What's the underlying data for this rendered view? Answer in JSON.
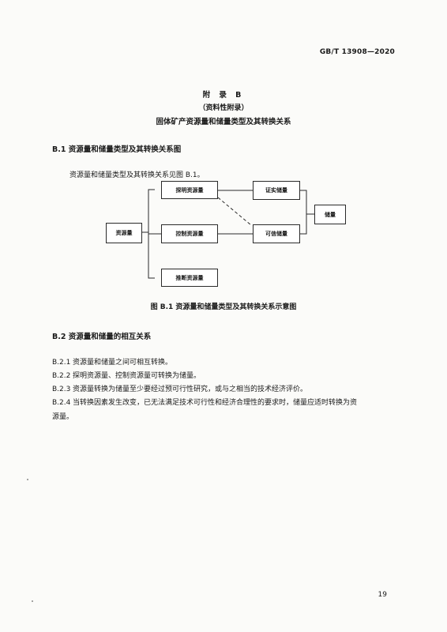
{
  "header": {
    "standard_no": "GB/T 13908—2020"
  },
  "title": {
    "annex": "附 录 B",
    "annex_type": "（资料性附录）",
    "heading": "固体矿产资源量和储量类型及其转换关系"
  },
  "section_b1": {
    "heading": "B.1  资源量和储量类型及其转换关系图",
    "intro": "资源量和储量类型及其转换关系见图 B.1。"
  },
  "diagram": {
    "nodes": {
      "resources": "资源量",
      "inferred": "推断资源量",
      "indicated": "控制资源量",
      "measured": "探明资源量",
      "proved": "证实储量",
      "probable": "可信储量",
      "reserves": "储量"
    },
    "caption": "图 B.1  资源量和储量类型及其转换关系示意图"
  },
  "section_b2": {
    "heading": "B.2  资源量和储量的相互关系",
    "items": [
      {
        "num": "B.2.1",
        "text": "资源量和储量之间可相互转换。"
      },
      {
        "num": "B.2.2",
        "text": "探明资源量、控制资源量可转换为储量。"
      },
      {
        "num": "B.2.3",
        "text": "资源量转换为储量至少要经过预可行性研究，或与之相当的技术经济评价。"
      },
      {
        "num": "B.2.4",
        "text": "当转换因素发生改变，已无法满足技术可行性和经济合理性的要求时，储量应适时转换为资",
        "cont": "源量。"
      }
    ]
  },
  "footer": {
    "page_number": "19"
  }
}
